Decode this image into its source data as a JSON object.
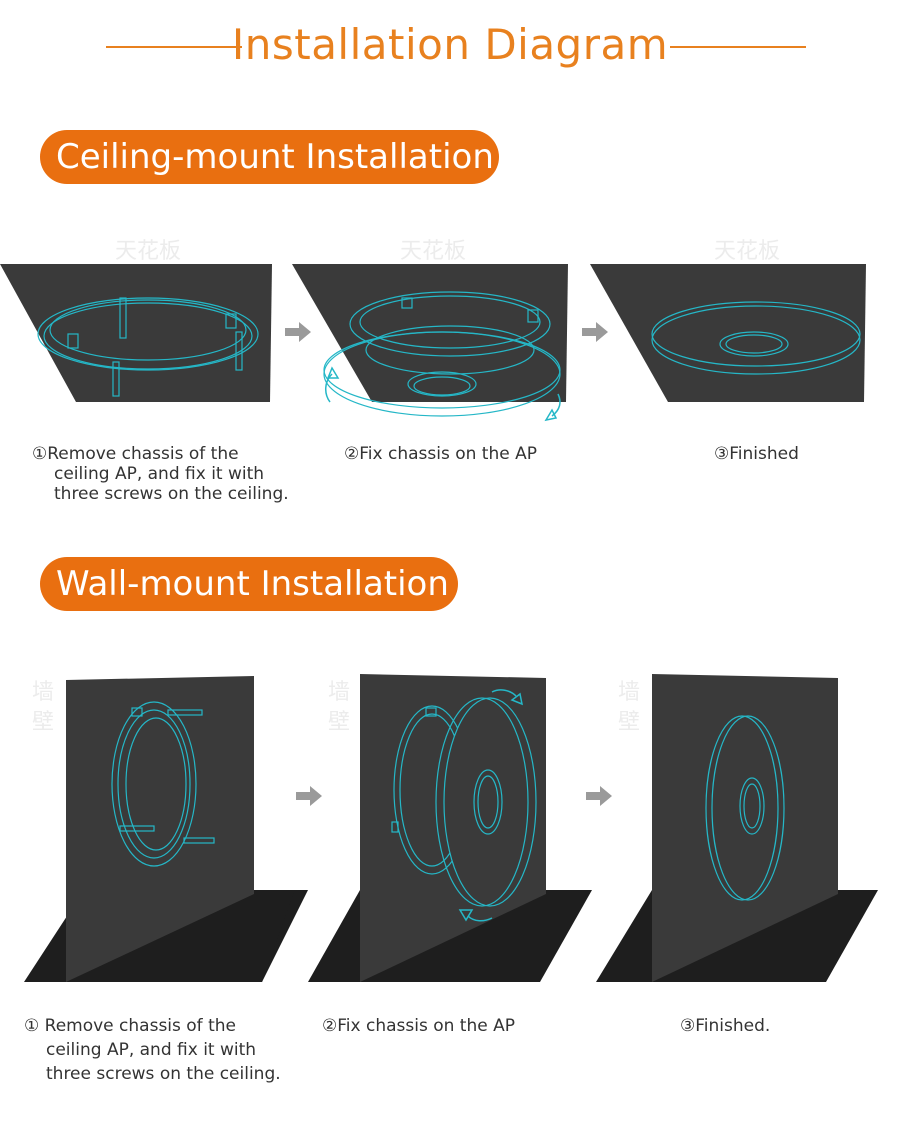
{
  "header": {
    "title": "Installation Diagram"
  },
  "colors": {
    "accent": "#e8811f",
    "pill": "#e96f10",
    "surface": "#3a3a3a",
    "floor": "#1e1e1e",
    "line": "#25b7c7",
    "arrow": "#9a9a9a"
  },
  "ceiling": {
    "heading": "Ceiling-mount Installation",
    "watermark": "天花板",
    "steps": [
      {
        "num": "①",
        "line1": "Remove chassis of the",
        "line2": "ceiling AP, and fix it with",
        "line3": "three screws on the ceiling."
      },
      {
        "num": "②",
        "line1": "Fix chassis on the AP"
      },
      {
        "num": "③",
        "line1": "Finished"
      }
    ]
  },
  "wall": {
    "heading": "Wall-mount Installation",
    "watermark": "墙壁",
    "steps": [
      {
        "num": "①",
        "line1": "Remove chassis of the",
        "line2": "ceiling AP, and fix it with",
        "line3": "three screws on the ceiling."
      },
      {
        "num": "②",
        "line1": "Fix chassis on the AP"
      },
      {
        "num": "③",
        "line1": "Finished."
      }
    ]
  },
  "icons": {
    "step_arrow": "right-arrow-icon",
    "rotate_arrow": "rotate-arrow-icon"
  }
}
